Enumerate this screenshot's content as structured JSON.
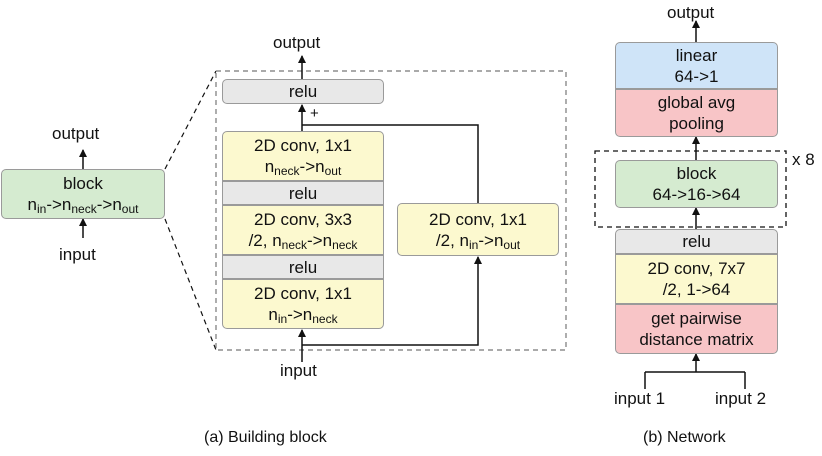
{
  "left": {
    "output": "output",
    "block_title": "block",
    "block_eq": {
      "n1": "n",
      "s1": "in",
      "a1": "->",
      "n2": "n",
      "s2": "neck",
      "a2": "->",
      "n3": "n",
      "s3": "out"
    },
    "input": "input"
  },
  "building_block": {
    "output": "output",
    "relu_top": "relu",
    "plus": "+",
    "conv1_title": "2D conv, 1x1",
    "conv1_eq": {
      "n1": "n",
      "s1": "neck",
      "a": "->",
      "n2": "n",
      "s2": "out"
    },
    "relu_mid1": "relu",
    "conv2_title": "2D conv, 3x3",
    "conv2_eq": {
      "pre": "/2, ",
      "n1": "n",
      "s1": "neck",
      "a": "->",
      "n2": "n",
      "s2": "neck"
    },
    "relu_mid2": "relu",
    "conv3_title": "2D conv, 1x1",
    "conv3_eq": {
      "n1": "n",
      "s1": "in",
      "a": "->",
      "n2": "n",
      "s2": "neck"
    },
    "skip_title": "2D conv, 1x1",
    "skip_eq": {
      "pre": "/2, ",
      "n1": "n",
      "s1": "in",
      "a": "->",
      "n2": "n",
      "s2": "out"
    },
    "input": "input",
    "caption": "(a) Building block"
  },
  "network": {
    "output": "output",
    "linear_title": "linear",
    "linear_dim": "64->1",
    "pool_line1": "global avg",
    "pool_line2": "pooling",
    "repeat": "x 8",
    "block_title": "block",
    "block_dim": "64->16->64",
    "relu": "relu",
    "conv_line1": "2D conv, 7x7",
    "conv_line2": "/2, 1->64",
    "pair_line1": "get pairwise",
    "pair_line2": "distance matrix",
    "input1": "input 1",
    "input2": "input 2",
    "caption": "(b) Network"
  },
  "colors": {
    "green": "#d5ebd0",
    "yellow": "#fcf9cf",
    "gray": "#e8e8e8",
    "blue": "#cfe4f8",
    "pink": "#f8c5c7",
    "line": "#111111",
    "dash": "#777777"
  }
}
